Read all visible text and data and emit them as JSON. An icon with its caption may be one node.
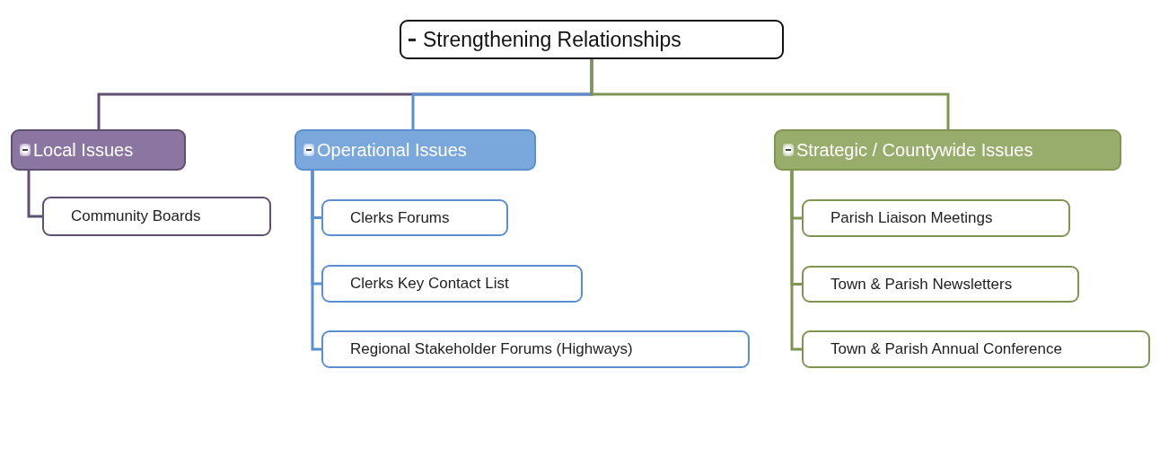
{
  "diagram": {
    "nodes": [
      {
        "text": [
          "Strengthening Relationships"
        ]
      },
      {
        "text": [
          "Local Issues"
        ]
      },
      {
        "text": [
          "Community Boards"
        ]
      },
      {
        "text": [
          "Operational Issues"
        ]
      },
      {
        "text": [
          "Clerks Forums"
        ]
      },
      {
        "text": [
          "Clerks Key Contact List"
        ]
      },
      {
        "text": [
          "Regional Stakeholder Forums (Highways)"
        ]
      },
      {
        "text": [
          "Strategic / Countywide Issues"
        ]
      },
      {
        "text": [
          "Parish Liaison Meetings"
        ]
      },
      {
        "text": [
          "Town & Parish Newsletters"
        ]
      },
      {
        "text": [
          "Town & Parish Annual Conference"
        ]
      }
    ],
    "edges": [
      {
        "from": 0,
        "to": 1,
        "arrow": "none",
        "color": "#5e4f73"
      },
      {
        "from": 0,
        "to": 3,
        "arrow": "none",
        "color": "#5b8fd0"
      },
      {
        "from": 0,
        "to": 7,
        "arrow": "none",
        "color": "#7f9550"
      },
      {
        "from": 1,
        "to": 2,
        "arrow": "none",
        "color": "#5e4f73"
      },
      {
        "from": 3,
        "to": 4,
        "arrow": "none",
        "color": "#5b8fd0"
      },
      {
        "from": 3,
        "to": 5,
        "arrow": "none",
        "color": "#5b8fd0"
      },
      {
        "from": 3,
        "to": 6,
        "arrow": "none",
        "color": "#5b8fd0"
      },
      {
        "from": 7,
        "to": 8,
        "arrow": "none",
        "color": "#7f9550"
      },
      {
        "from": 7,
        "to": 9,
        "arrow": "none",
        "color": "#7f9550"
      },
      {
        "from": 7,
        "to": 10,
        "arrow": "none",
        "color": "#7f9550"
      }
    ]
  }
}
